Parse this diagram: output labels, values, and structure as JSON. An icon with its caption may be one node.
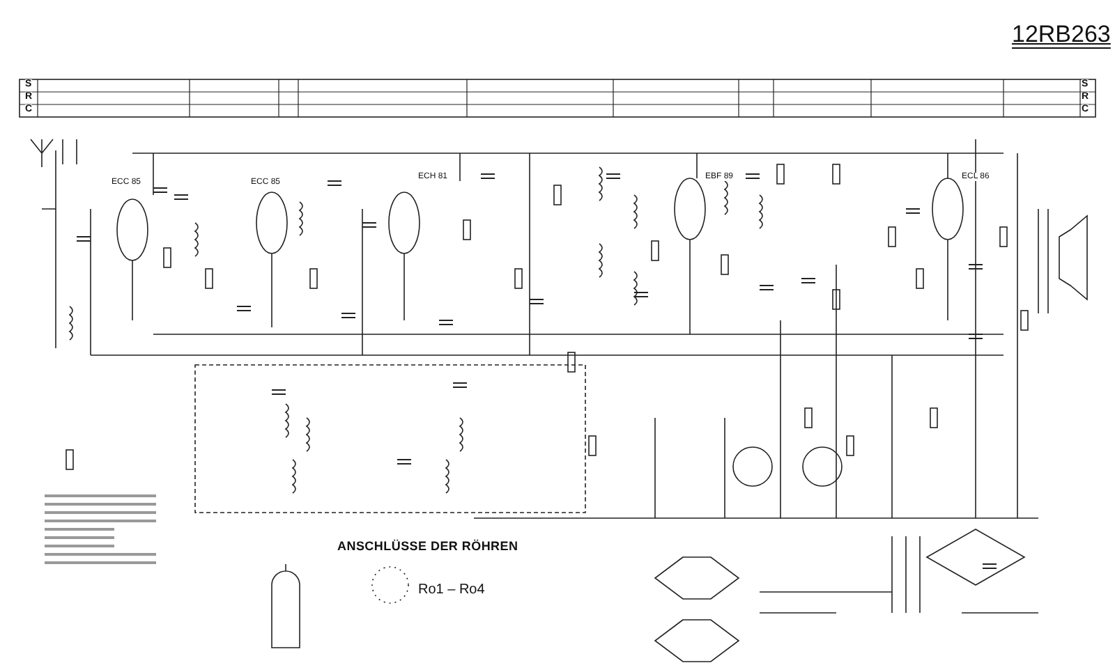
{
  "diagram": {
    "title": "12RB263",
    "labels": [
      "S",
      "R",
      "C",
      "S",
      "R",
      "C",
      "ECC 85",
      "ECC 85",
      "ECH 81",
      "EBF 89",
      "ECL 86",
      "ANSCHLÜSSE DER RÖHREN",
      "Ro1 – Ro4"
    ]
  }
}
